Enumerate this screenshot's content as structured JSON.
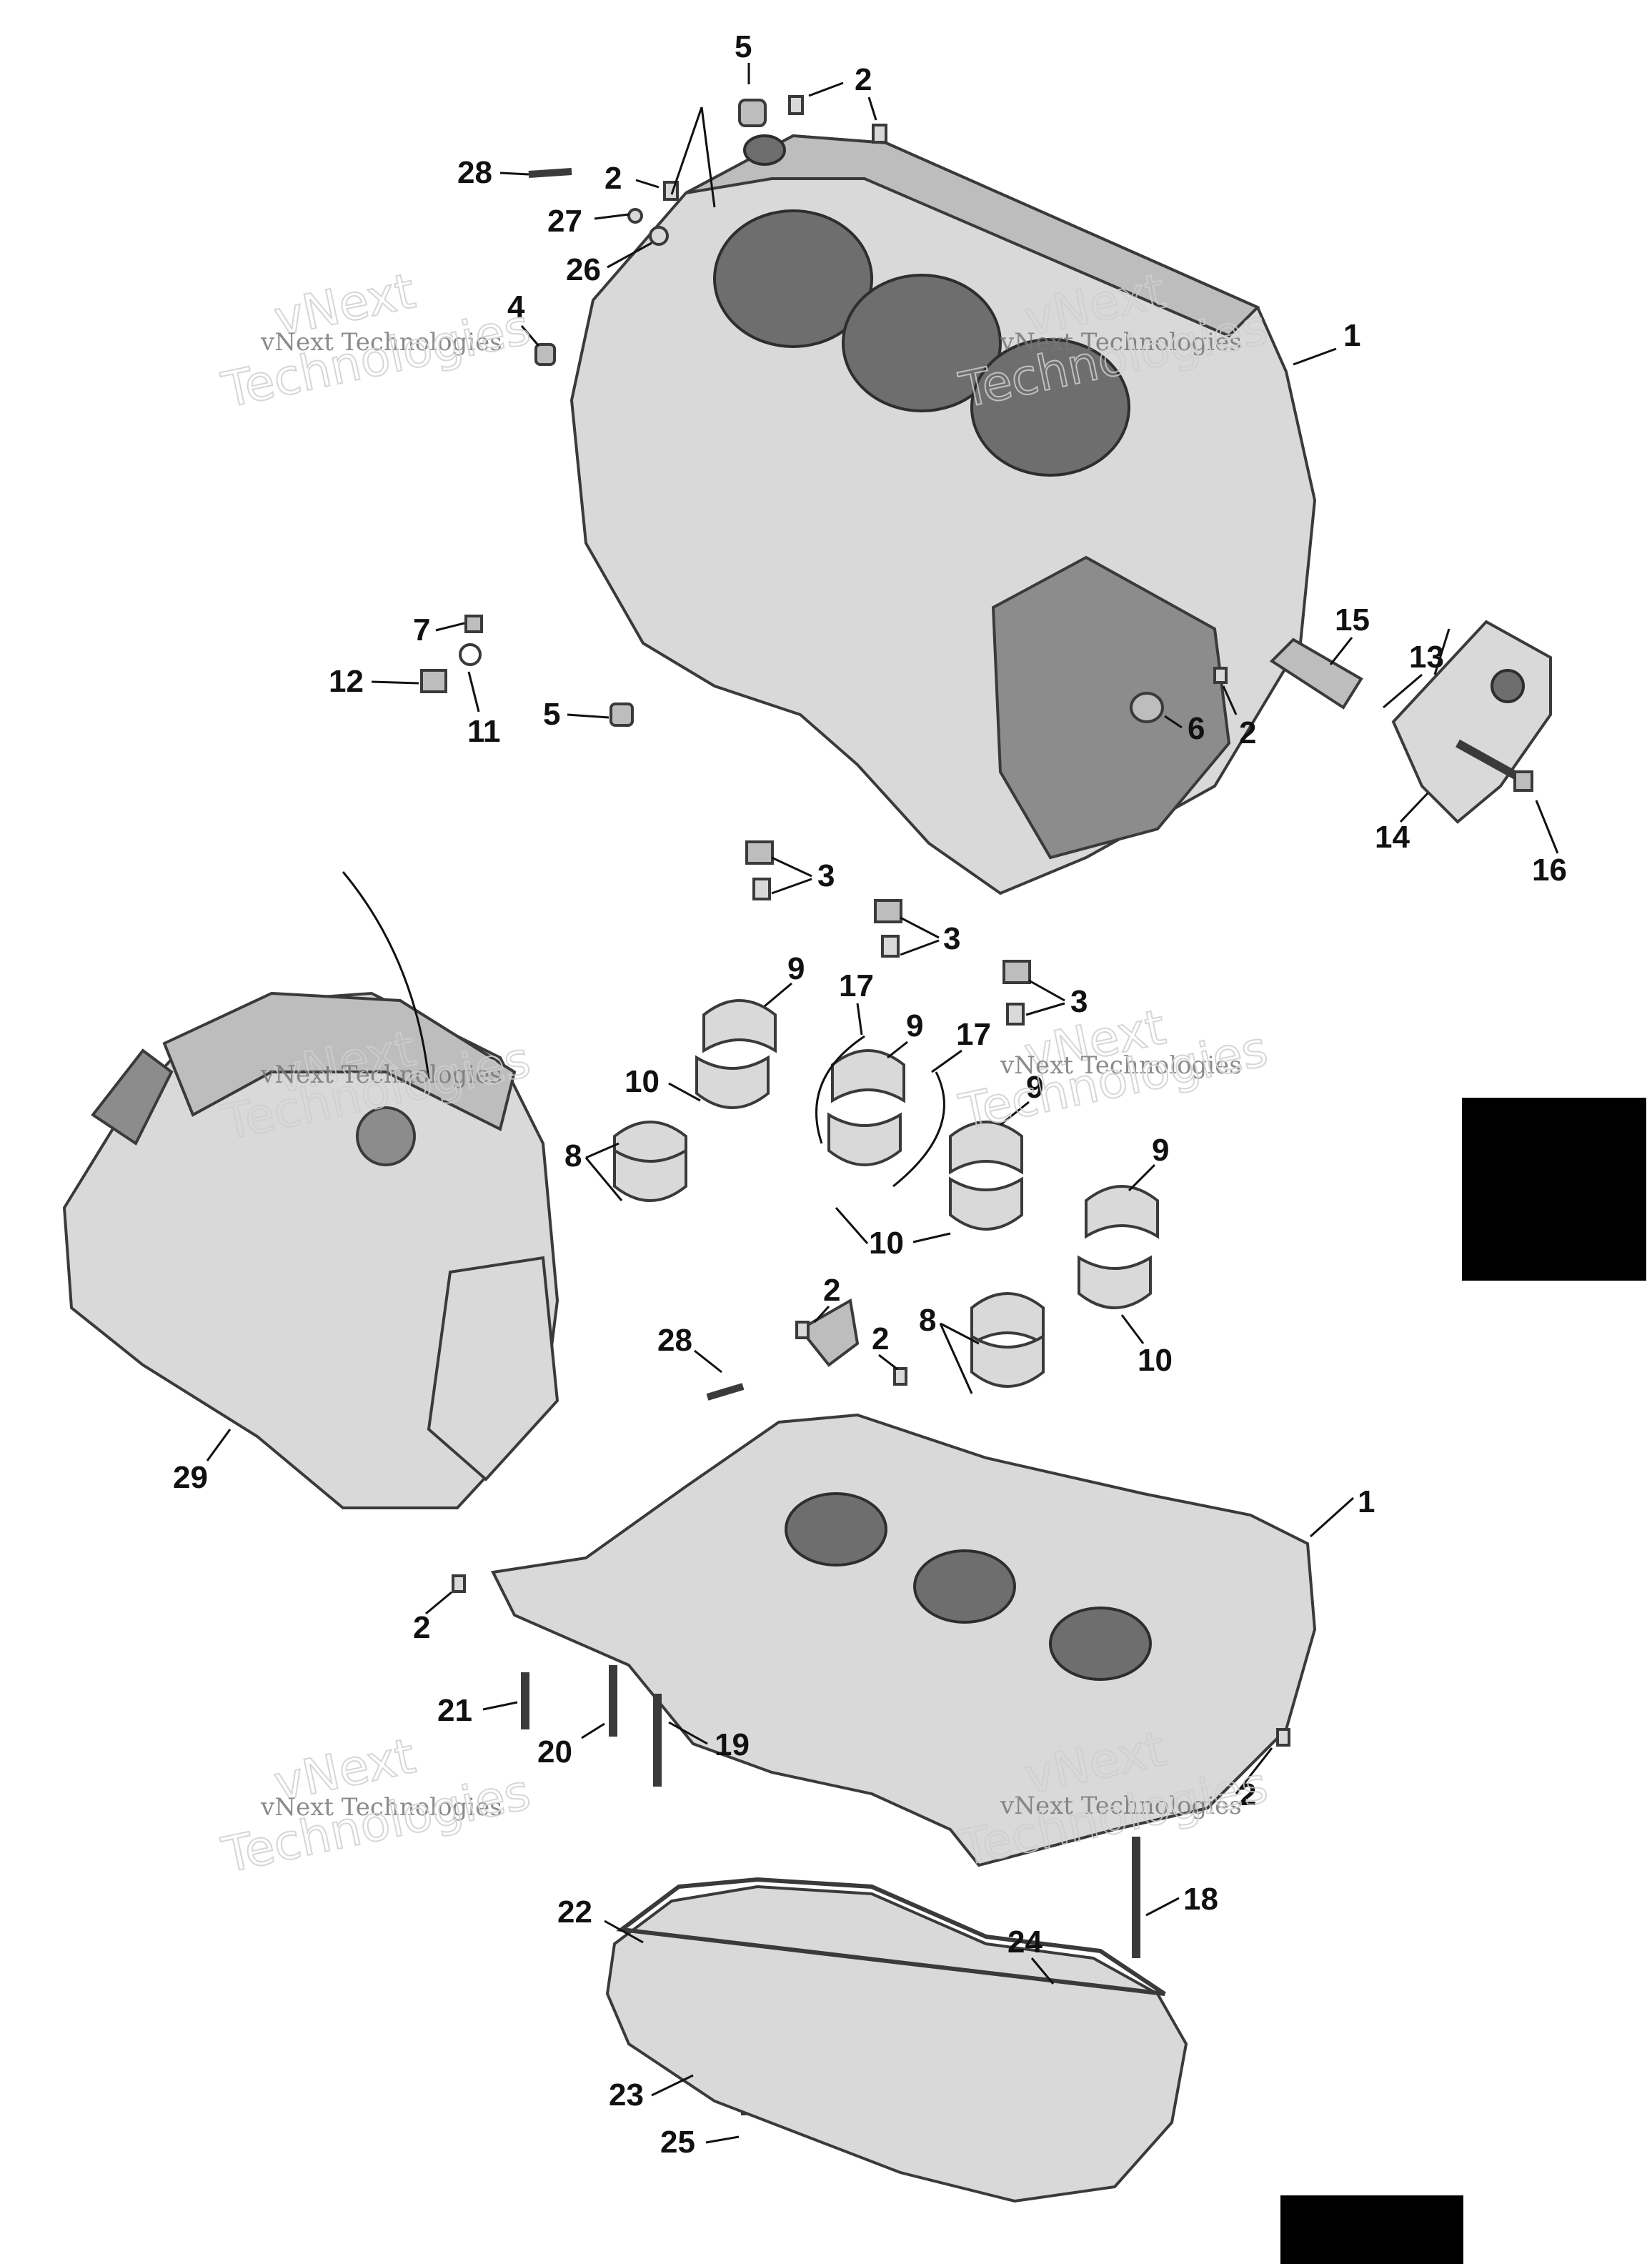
{
  "watermark": {
    "line1": "vNext Technologies",
    "line2": "Technologies",
    "line3": "vNext"
  },
  "callouts": [
    {
      "id": "c5a",
      "label": "5"
    },
    {
      "id": "c2a",
      "label": "2"
    },
    {
      "id": "c28a",
      "label": "28"
    },
    {
      "id": "c2b",
      "label": "2"
    },
    {
      "id": "c27",
      "label": "27"
    },
    {
      "id": "c26",
      "label": "26"
    },
    {
      "id": "c4",
      "label": "4"
    },
    {
      "id": "c1a",
      "label": "1"
    },
    {
      "id": "c15",
      "label": "15"
    },
    {
      "id": "c13",
      "label": "13"
    },
    {
      "id": "c7",
      "label": "7"
    },
    {
      "id": "c12",
      "label": "12"
    },
    {
      "id": "c11",
      "label": "11"
    },
    {
      "id": "c5b",
      "label": "5"
    },
    {
      "id": "c6",
      "label": "6"
    },
    {
      "id": "c2c",
      "label": "2"
    },
    {
      "id": "c14",
      "label": "14"
    },
    {
      "id": "c16",
      "label": "16"
    },
    {
      "id": "c3a",
      "label": "3"
    },
    {
      "id": "c3b",
      "label": "3"
    },
    {
      "id": "c3c",
      "label": "3"
    },
    {
      "id": "c9a",
      "label": "9"
    },
    {
      "id": "c17a",
      "label": "17"
    },
    {
      "id": "c9b",
      "label": "9"
    },
    {
      "id": "c17b",
      "label": "17"
    },
    {
      "id": "c10a",
      "label": "10"
    },
    {
      "id": "c9c",
      "label": "9"
    },
    {
      "id": "c8a",
      "label": "8"
    },
    {
      "id": "c9d",
      "label": "9"
    },
    {
      "id": "c10b",
      "label": "10"
    },
    {
      "id": "c2d",
      "label": "2"
    },
    {
      "id": "c28b",
      "label": "28"
    },
    {
      "id": "c2e",
      "label": "2"
    },
    {
      "id": "c8b",
      "label": "8"
    },
    {
      "id": "c10c",
      "label": "10"
    },
    {
      "id": "c29",
      "label": "29"
    },
    {
      "id": "c1b",
      "label": "1"
    },
    {
      "id": "c2f",
      "label": "2"
    },
    {
      "id": "c21",
      "label": "21"
    },
    {
      "id": "c20",
      "label": "20"
    },
    {
      "id": "c19",
      "label": "19"
    },
    {
      "id": "c2g",
      "label": "2"
    },
    {
      "id": "c18",
      "label": "18"
    },
    {
      "id": "c22",
      "label": "22"
    },
    {
      "id": "c24",
      "label": "24"
    },
    {
      "id": "c23",
      "label": "23"
    },
    {
      "id": "c25",
      "label": "25"
    }
  ]
}
